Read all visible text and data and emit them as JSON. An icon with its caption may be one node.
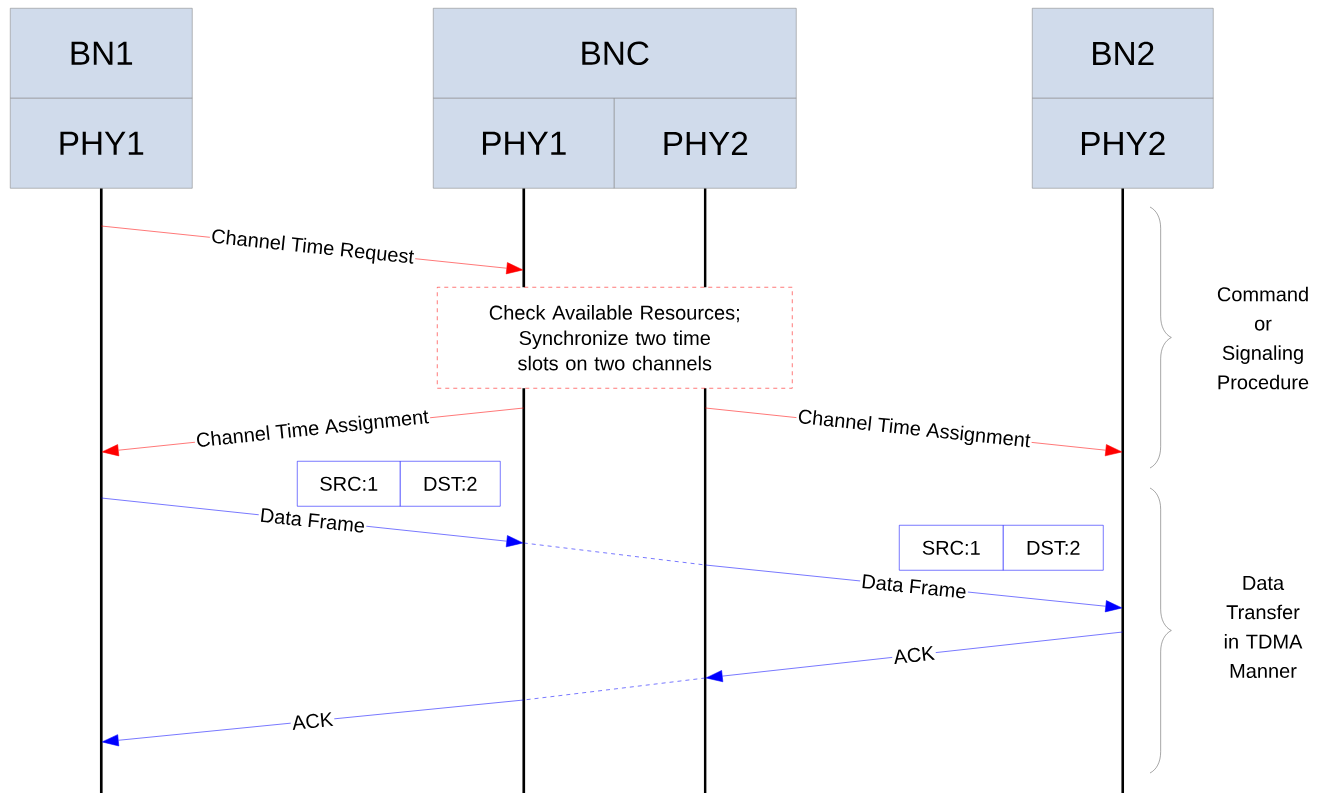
{
  "diagram": {
    "nodes": [
      {
        "text": [
          "BN1"
        ]
      },
      {
        "text": [
          "PHY1"
        ]
      },
      {
        "text": [
          "BNC"
        ]
      },
      {
        "text": [
          "PHY1"
        ]
      },
      {
        "text": [
          "PHY2"
        ]
      },
      {
        "text": [
          "BN2"
        ]
      },
      {
        "text": [
          "PHY2"
        ]
      },
      {
        "text": [
          "Check Available Resources; Synchronize two time slots on two channels"
        ]
      },
      {
        "text": [
          "SRC:1"
        ]
      },
      {
        "text": [
          "DST:2"
        ]
      },
      {
        "text": [
          "SRC:1"
        ]
      },
      {
        "text": [
          "DST:2"
        ]
      }
    ],
    "edges": [
      {
        "from": 1,
        "to": 3,
        "arrow": "to",
        "label": "Channel Time Request",
        "color": "#ff0000"
      },
      {
        "from": 3,
        "to": 1,
        "arrow": "to",
        "label": "Channel Time Assignment",
        "color": "#ff0000"
      },
      {
        "from": 4,
        "to": 6,
        "arrow": "to",
        "label": "Channel Time Assignment",
        "color": "#ff0000"
      },
      {
        "from": 1,
        "to": 3,
        "arrow": "to",
        "label": "Data Frame"
      },
      {
        "from": 3,
        "to": 4,
        "arrow": "none",
        "style": "dashed"
      },
      {
        "from": 4,
        "to": 6,
        "arrow": "to",
        "label": "Data Frame"
      },
      {
        "from": 6,
        "to": 4,
        "arrow": "to",
        "label": "ACK"
      },
      {
        "from": 4,
        "to": 3,
        "arrow": "none",
        "style": "dashed"
      },
      {
        "from": 3,
        "to": 1,
        "arrow": "to",
        "label": "ACK"
      }
    ],
    "labels": [
      "Command or Signaling Procedure",
      "Data Transfer in TDMA Manner"
    ]
  }
}
